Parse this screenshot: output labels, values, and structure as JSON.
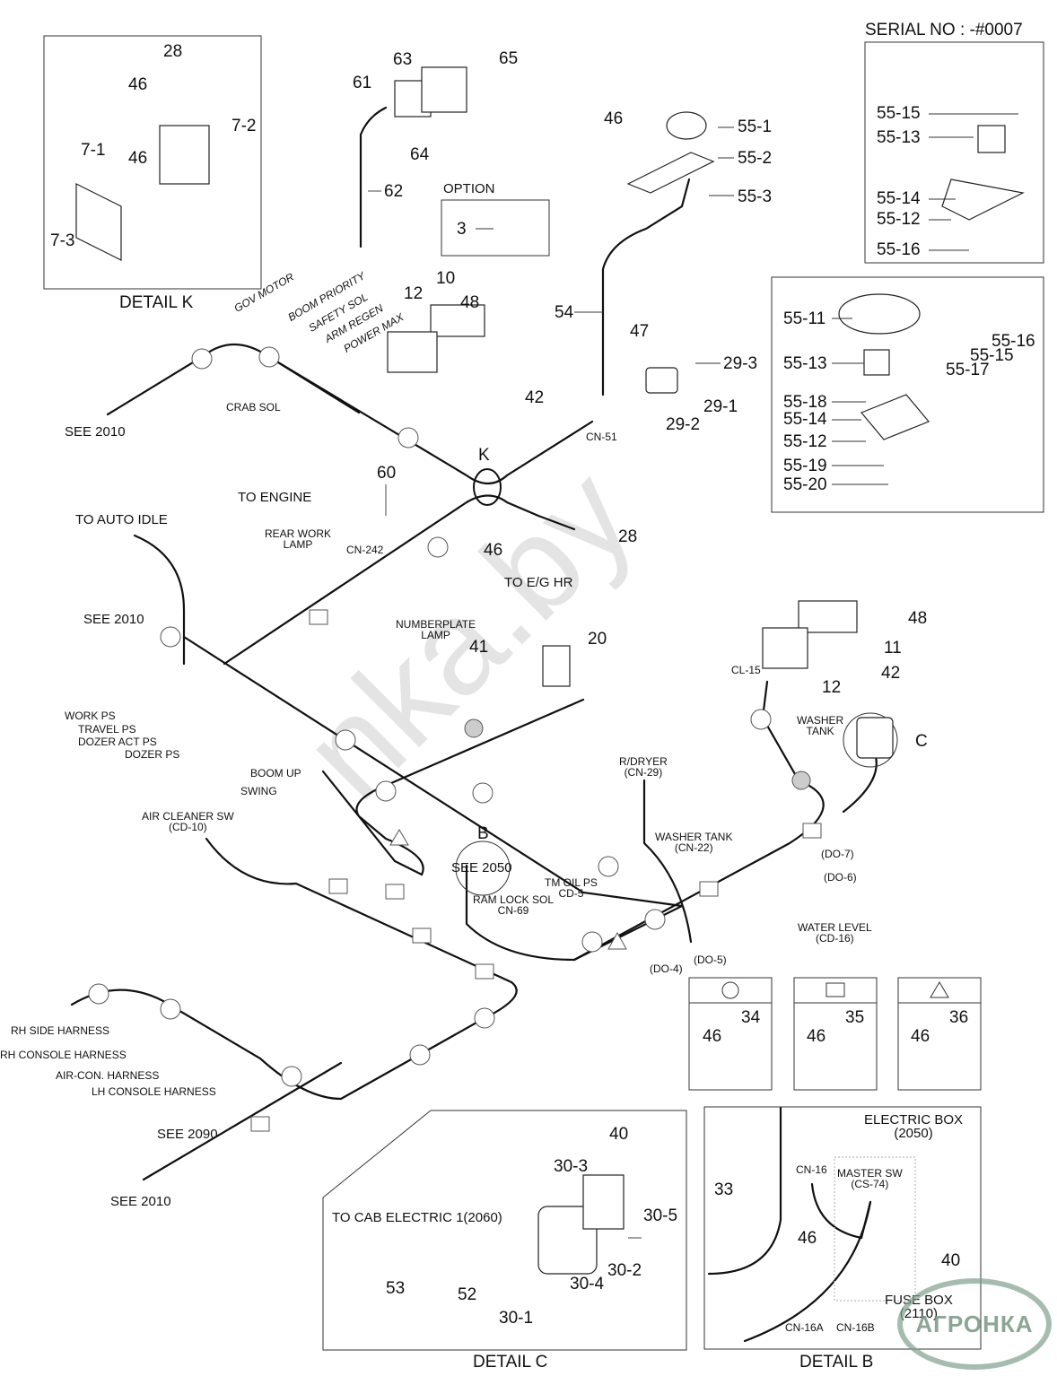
{
  "serial": "SERIAL NO : -#0007",
  "watermark": "nka.by",
  "logo": "АГРОНКА",
  "detail_k": {
    "title": "DETAIL K",
    "parts": [
      "28",
      "46",
      "7-2",
      "7-1",
      "46",
      "7-3"
    ]
  },
  "top_parts": {
    "p63": "63",
    "p65": "65",
    "p61": "61",
    "p64": "64",
    "p62": "62",
    "option_label": "OPTION",
    "p3": "3",
    "p46": "46",
    "p55_1": "55-1",
    "p55_2": "55-2",
    "p55_3": "55-3",
    "p54": "54",
    "p10": "10",
    "p12": "12",
    "p48": "48",
    "p42": "42",
    "p47": "47",
    "p29_3": "29-3",
    "p29_1": "29-1",
    "p29_2": "29-2",
    "cn51": "CN-51"
  },
  "serial_box": {
    "parts": [
      "55-15",
      "55-13",
      "55-14",
      "55-12",
      "55-16"
    ]
  },
  "lamp_box": {
    "parts": [
      "55-11",
      "55-16",
      "55-15",
      "55-13",
      "55-17",
      "55-18",
      "55-14",
      "55-12",
      "55-19",
      "55-20"
    ]
  },
  "harness_labels": {
    "gov_motor": "GOV MOTOR",
    "boom_priority": "BOOM PRIORITY",
    "safety_sol": "SAFETY SOL",
    "arm_regen": "ARM REGEN",
    "power_max": "POWER MAX",
    "crab_sol": "CRAB SOL",
    "see_2010_a": "SEE 2010",
    "k_marker": "K",
    "p60": "60",
    "to_engine": "TO ENGINE",
    "to_auto_idle": "TO AUTO IDLE",
    "rear_work_lamp": "REAR WORK\nLAMP",
    "cn242": "CN-242",
    "p28": "28",
    "p46b": "46",
    "to_eg_hr": "TO E/G HR",
    "see_2010_b": "SEE 2010",
    "numberplate_lamp": "NUMBERPLATE\nLAMP",
    "p41": "41",
    "p20": "20",
    "p48b": "48",
    "p11": "11",
    "p42b": "42",
    "cl15": "CL-15",
    "p12b": "12",
    "washer_tank": "WASHER\nTANK",
    "c_marker": "C",
    "work_ps": "WORK PS",
    "travel_ps": "TRAVEL PS",
    "dozer_act_ps": "DOZER ACT PS",
    "dozer_ps": "DOZER PS",
    "boom_up": "BOOM UP",
    "swing": "SWING",
    "air_cleaner": "AIR CLEANER SW\n(CD-10)",
    "rdryer": "R/DRYER\n(CN-29)",
    "washer_tank_cn": "WASHER TANK\n(CN-22)",
    "b_marker": "B",
    "see_2050": "SEE 2050",
    "tm_oil": "TM OIL PS\nCD-5",
    "ram_lock": "RAM LOCK SOL\nCN-69",
    "do7": "(DO-7)",
    "do6": "(DO-6)",
    "water_level": "WATER LEVEL\n(CD-16)",
    "do4": "(DO-4)",
    "do5": "(DO-5)",
    "rh_side": "RH SIDE HARNESS",
    "rh_console": "RH CONSOLE HARNESS",
    "aircon": "AIR-CON. HARNESS",
    "lh_console": "LH CONSOLE HARNESS",
    "see_2090": "SEE 2090",
    "see_2010_c": "SEE 2010"
  },
  "clamp_legend": [
    {
      "symbol": "circle",
      "bolt": "46",
      "clamp": "34"
    },
    {
      "symbol": "square",
      "bolt": "46",
      "clamp": "35"
    },
    {
      "symbol": "triangle",
      "bolt": "46",
      "clamp": "36"
    }
  ],
  "detail_c": {
    "title": "DETAIL C",
    "to_cab": "TO CAB ELECTRIC 1(2060)",
    "p40": "40",
    "p30_3": "30-3",
    "p30_5": "30-5",
    "p30_2": "30-2",
    "p30_4": "30-4",
    "p30_1": "30-1",
    "p53": "53",
    "p52": "52"
  },
  "detail_b": {
    "title": "DETAIL B",
    "electric_box": "ELECTRIC BOX\n(2050)",
    "cn16": "CN-16",
    "master_sw": "MASTER SW\n(CS-74)",
    "p33": "33",
    "p46": "46",
    "p40": "40",
    "fuse_box": "FUSE BOX\n(2110)",
    "cn16a": "CN-16A",
    "cn16b": "CN-16B"
  }
}
